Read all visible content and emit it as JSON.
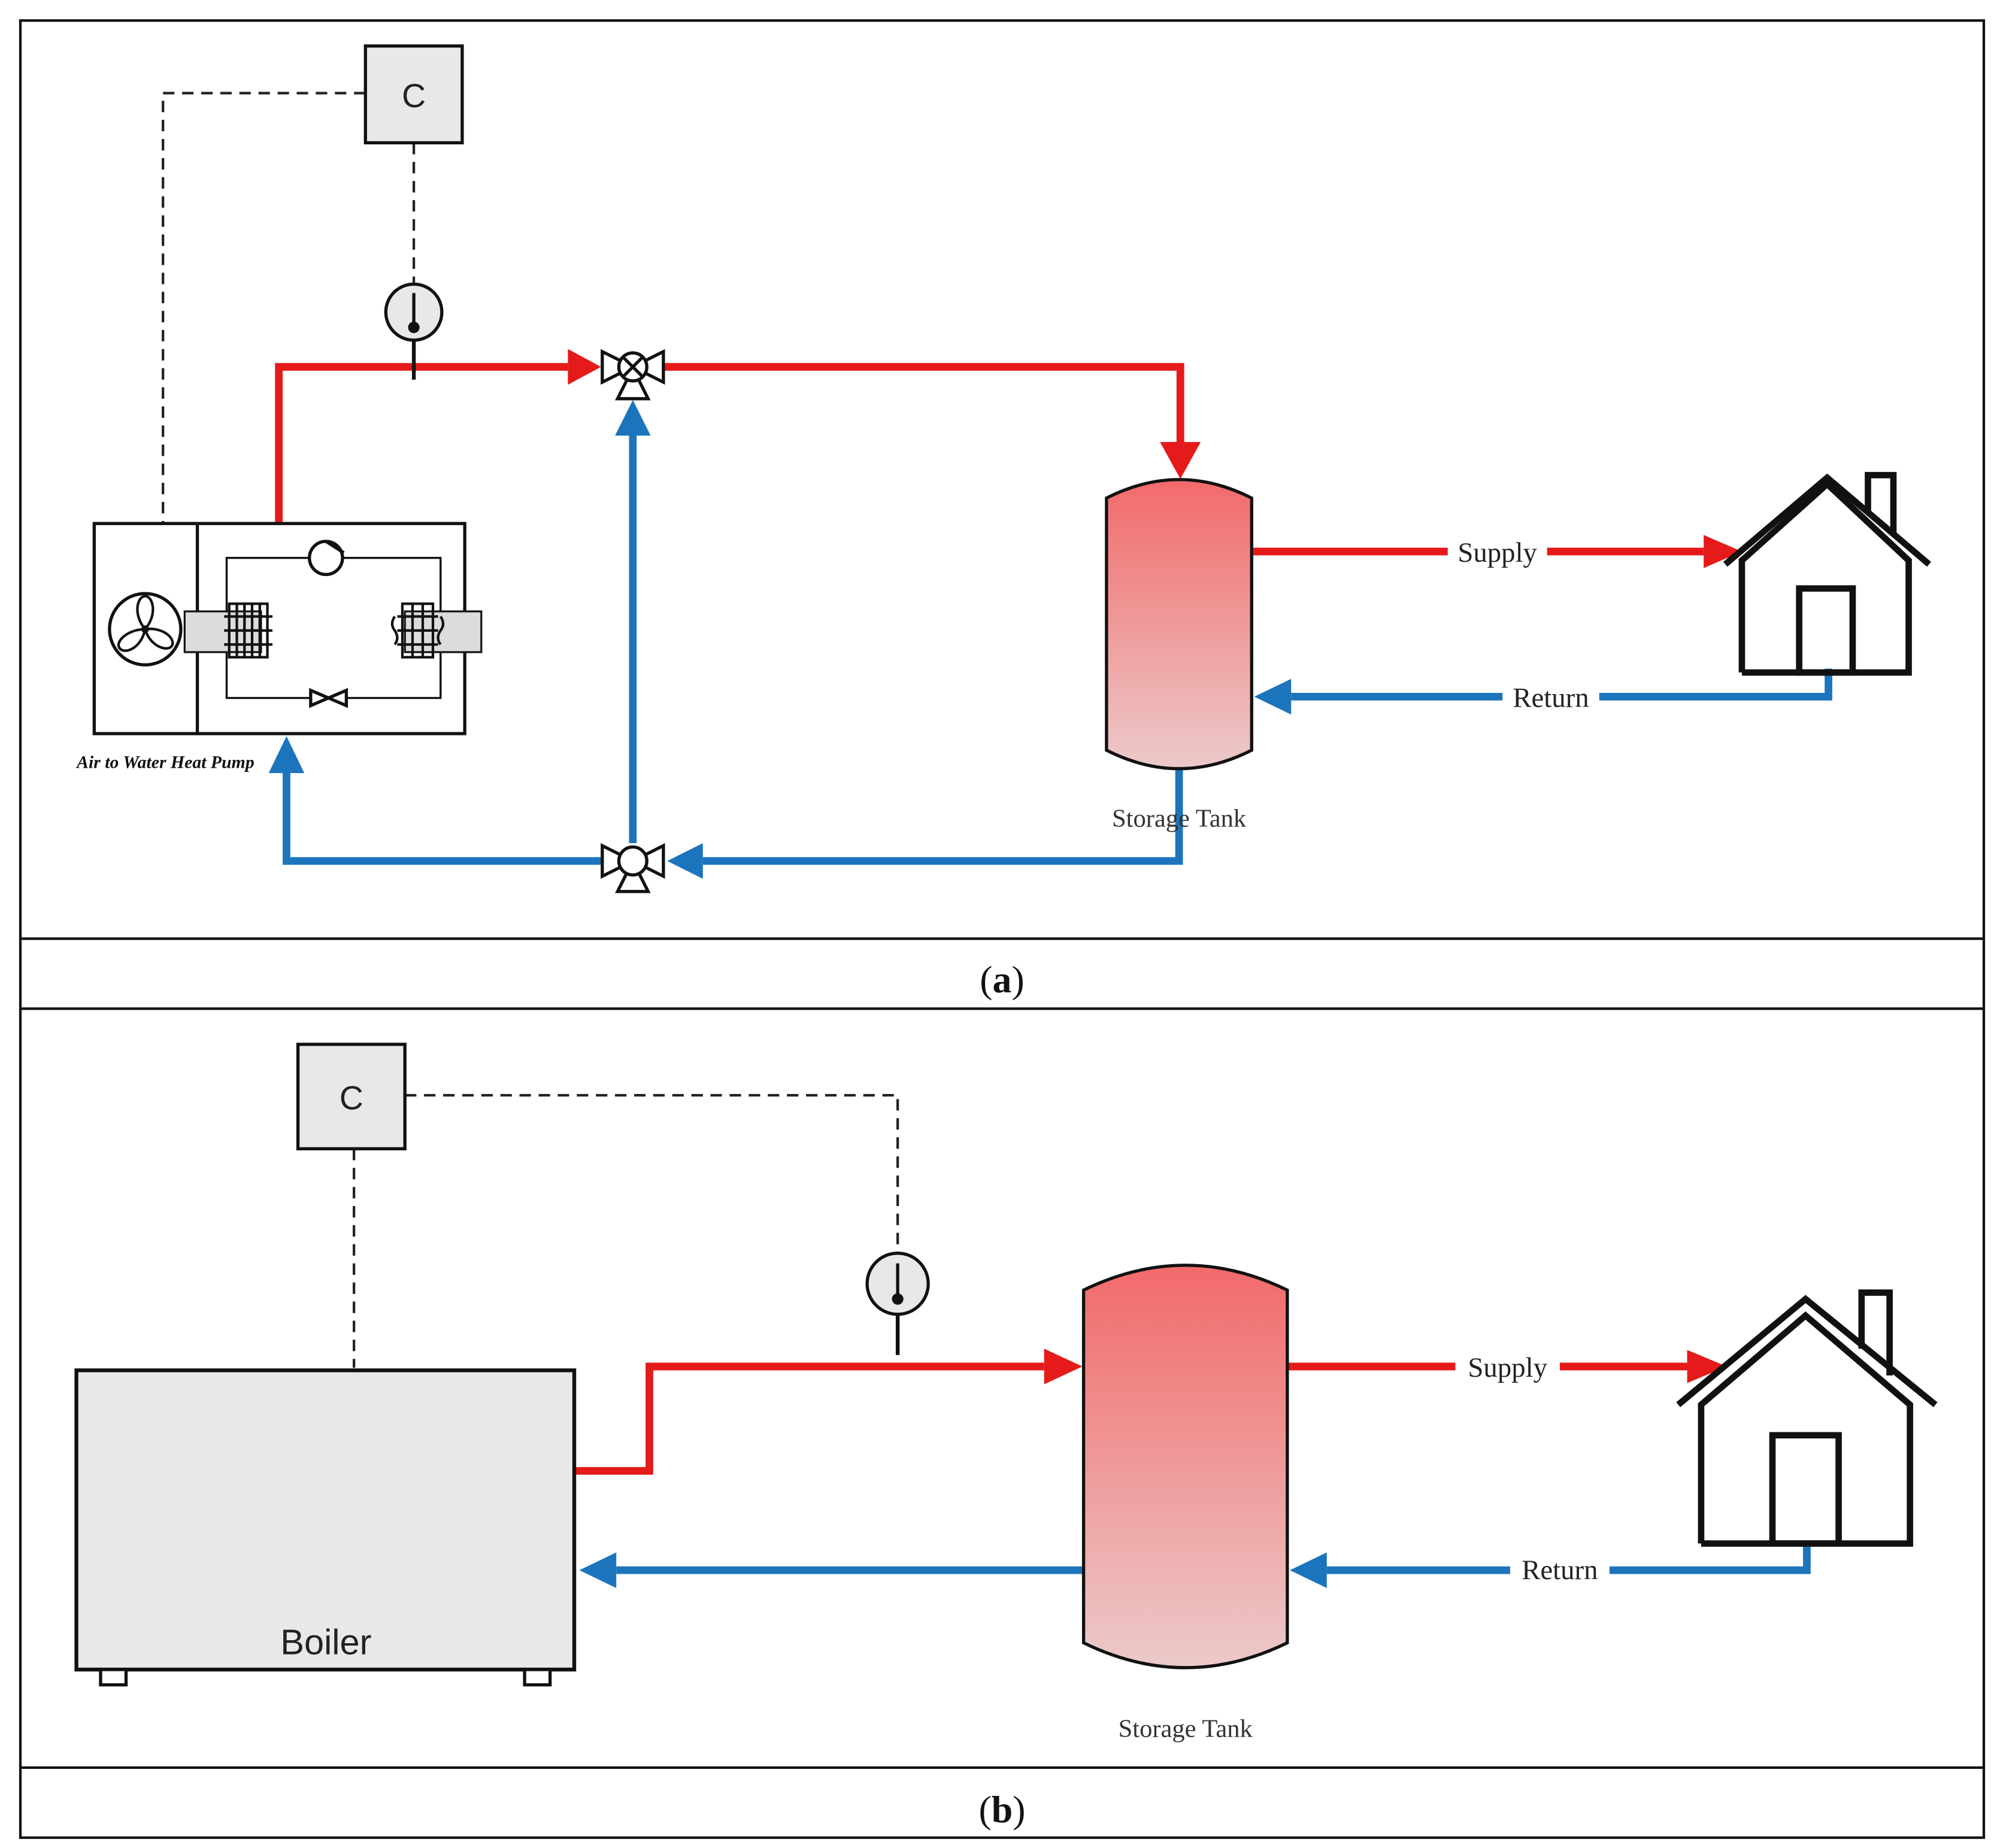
{
  "panel_a": {
    "caption_open": "(",
    "caption_letter": "a",
    "caption_close": ")",
    "controller_label": "C",
    "heat_pump_label": "Air to Water Heat Pump",
    "tank_label": "Storage Tank",
    "supply_label": "Supply",
    "return_label": "Return"
  },
  "panel_b": {
    "caption_open": "(",
    "caption_letter": "b",
    "caption_close": ")",
    "controller_label": "C",
    "boiler_label": "Boiler",
    "tank_label": "Storage Tank",
    "supply_label": "Supply",
    "return_label": "Return"
  },
  "colors": {
    "hot_pipe": "#e51a1a",
    "cold_pipe": "#1c75bc",
    "tank_top": "#f26a6a",
    "tank_bottom": "#eccaca",
    "box_fill": "#e8e8e8"
  }
}
